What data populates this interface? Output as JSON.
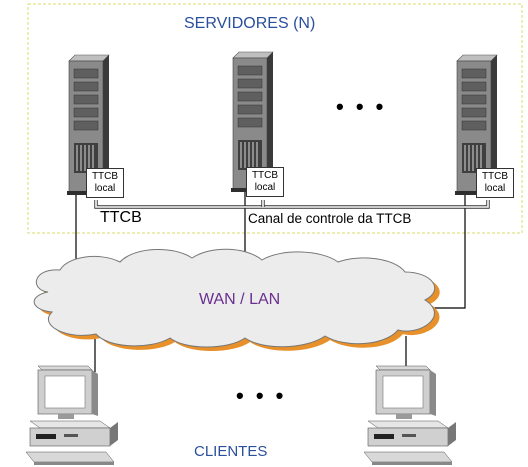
{
  "servers": {
    "title": "SERVIDORES (N)",
    "count": 3,
    "ellipsis": "• • •",
    "ttcb_box": {
      "line1": "TTCB",
      "line2": "local"
    }
  },
  "ttcb_label": "TTCB",
  "control_channel_label": "Canal de controle da TTCB",
  "network": {
    "label": "WAN / LAN"
  },
  "clients": {
    "title": "CLIENTES",
    "ellipsis": "• • •",
    "count": 2
  },
  "colors": {
    "dashed_border": "#d8df6a",
    "server_body": "#7f7f7f",
    "server_dark": "#404040",
    "cloud_fill": "#ececec",
    "cloud_shadow": "#e8902a",
    "title_blue": "#2a4f9c",
    "wan_purple": "#6a2f8f"
  }
}
